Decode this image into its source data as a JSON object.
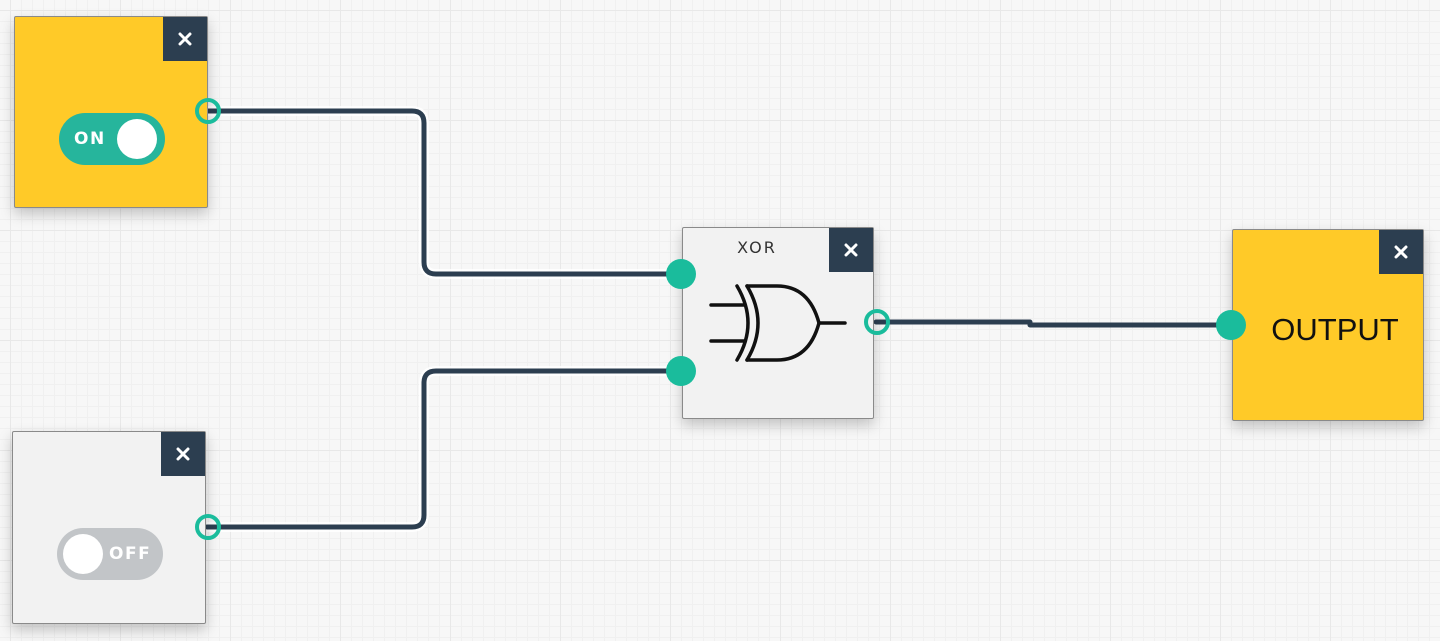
{
  "nodes": {
    "input_a": {
      "toggle_label": "ON",
      "state": "on"
    },
    "input_b": {
      "toggle_label": "OFF",
      "state": "off"
    },
    "xor_gate": {
      "title": "XOR"
    },
    "output": {
      "label": "OUTPUT"
    }
  },
  "icons": {
    "close": "close-icon",
    "gate": "xor-gate-icon"
  },
  "colors": {
    "wire": "#2c3e50",
    "port": "#1abc9c",
    "toggle_on": "#26b59c",
    "toggle_off": "#c2c5c8",
    "node_active": "#ffca28",
    "node_inactive": "#f2f2f2",
    "close_button": "#2c3e50"
  }
}
